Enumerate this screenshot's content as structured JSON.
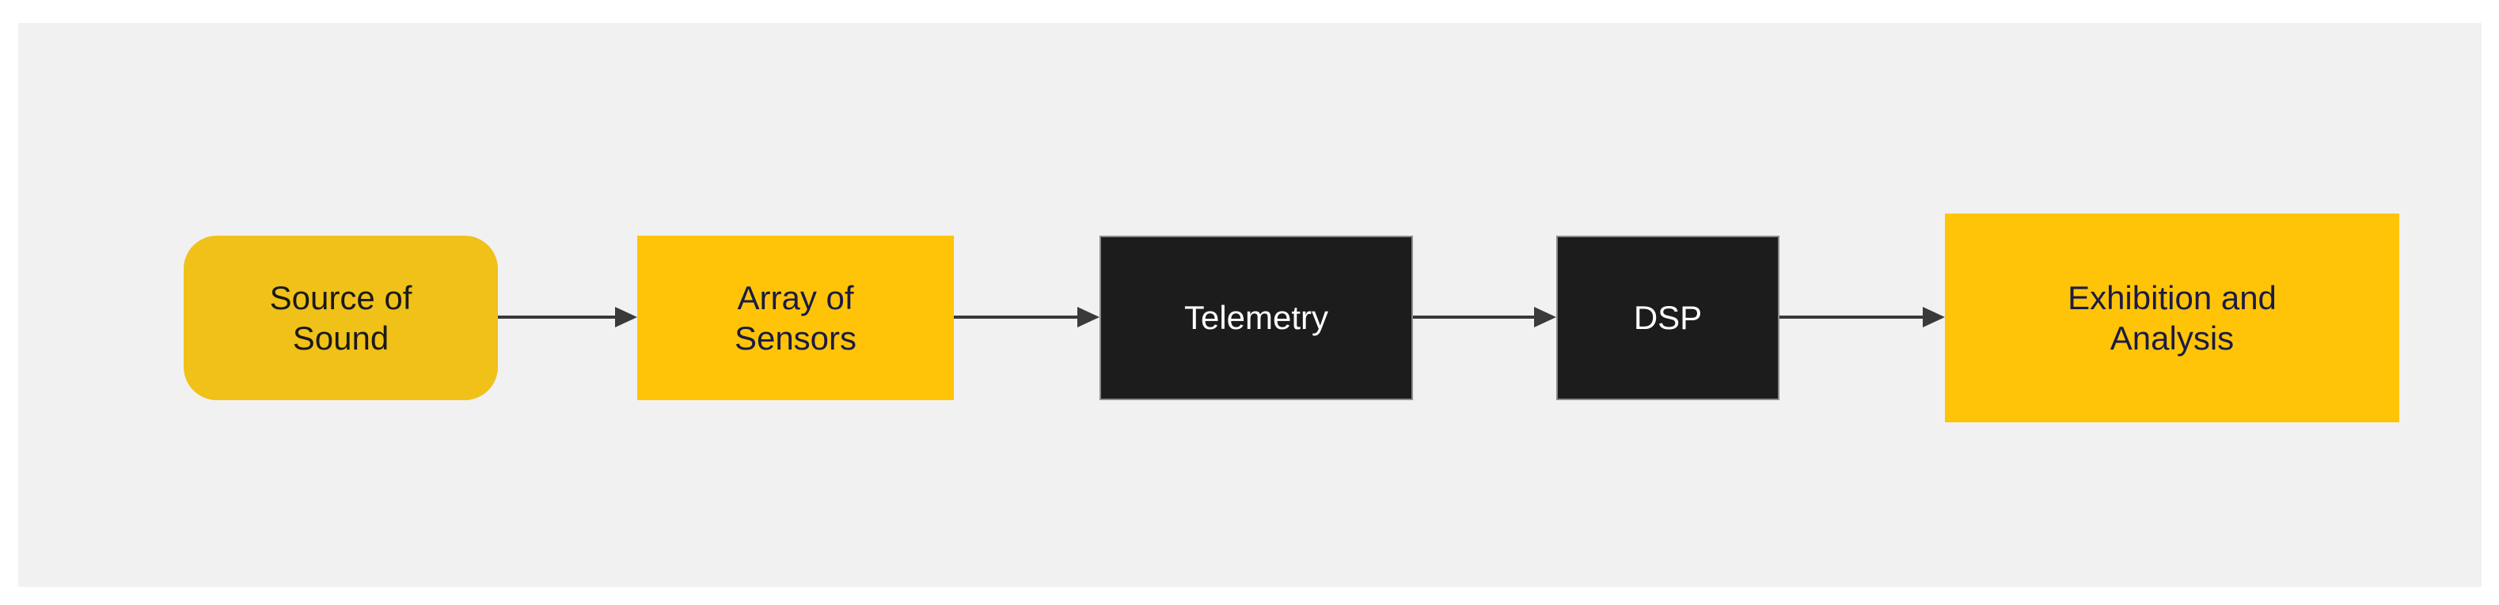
{
  "diagram": {
    "type": "flowchart",
    "direction": "left-to-right",
    "page_background": "#FFFFFF",
    "panel_background": "#F1F1F2",
    "arrow_color": "#3A3A3A",
    "nodes": [
      {
        "id": "source-of-sound",
        "label": "Source of\nSound",
        "shape": "rounded-rectangle",
        "fill": "#F0C119",
        "text_color": "#1A1A1A"
      },
      {
        "id": "array-of-sensors",
        "label": "Array of\nSensors",
        "shape": "rectangle",
        "fill": "#FFC407",
        "text_color": "#1B1B45"
      },
      {
        "id": "telemetry",
        "label": "Telemetry",
        "shape": "rectangle",
        "fill": "#1C1C1C",
        "text_color": "#FFFFFF",
        "border_color": "#8A8A8A"
      },
      {
        "id": "dsp",
        "label": "DSP",
        "shape": "rectangle",
        "fill": "#1C1C1C",
        "text_color": "#FFFFFF",
        "border_color": "#8A8A8A"
      },
      {
        "id": "exhibition-and-analysis",
        "label": "Exhibition and\nAnalysis",
        "shape": "rectangle",
        "fill": "#FFC407",
        "text_color": "#1B1B45"
      }
    ],
    "edges": [
      {
        "from": "source-of-sound",
        "to": "array-of-sensors",
        "style": "solid-arrow",
        "color": "#3A3A3A"
      },
      {
        "from": "array-of-sensors",
        "to": "telemetry",
        "style": "solid-arrow",
        "color": "#3A3A3A"
      },
      {
        "from": "telemetry",
        "to": "dsp",
        "style": "solid-arrow",
        "color": "#3A3A3A"
      },
      {
        "from": "dsp",
        "to": "exhibition-and-analysis",
        "style": "solid-arrow",
        "color": "#3A3A3A"
      }
    ]
  }
}
